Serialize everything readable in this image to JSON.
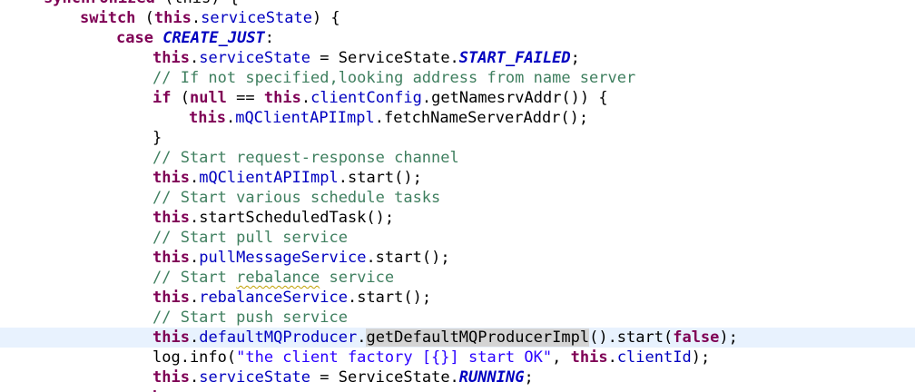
{
  "lines": [
    {
      "indent": 1,
      "tokens": [
        {
          "t": "kw",
          "v": "synchronized"
        },
        {
          "t": "p",
          "v": " (this) {"
        }
      ]
    },
    {
      "indent": 2,
      "tokens": [
        {
          "t": "kw",
          "v": "switch"
        },
        {
          "t": "p",
          "v": " ("
        },
        {
          "t": "kw",
          "v": "this"
        },
        {
          "t": "p",
          "v": "."
        },
        {
          "t": "fld",
          "v": "serviceState"
        },
        {
          "t": "p",
          "v": ") {"
        }
      ]
    },
    {
      "indent": 3,
      "tokens": [
        {
          "t": "kw",
          "v": "case"
        },
        {
          "t": "p",
          "v": " "
        },
        {
          "t": "const",
          "v": "CREATE_JUST"
        },
        {
          "t": "p",
          "v": ":"
        }
      ]
    },
    {
      "indent": 4,
      "tokens": [
        {
          "t": "kw",
          "v": "this"
        },
        {
          "t": "p",
          "v": "."
        },
        {
          "t": "fld",
          "v": "serviceState"
        },
        {
          "t": "p",
          "v": " = ServiceState."
        },
        {
          "t": "const",
          "v": "START_FAILED"
        },
        {
          "t": "p",
          "v": ";"
        }
      ]
    },
    {
      "indent": 4,
      "tokens": [
        {
          "t": "cmt",
          "v": "// If not specified,looking address from name server"
        }
      ]
    },
    {
      "indent": 4,
      "tokens": [
        {
          "t": "kw",
          "v": "if"
        },
        {
          "t": "p",
          "v": " ("
        },
        {
          "t": "kw",
          "v": "null"
        },
        {
          "t": "p",
          "v": " == "
        },
        {
          "t": "kw",
          "v": "this"
        },
        {
          "t": "p",
          "v": "."
        },
        {
          "t": "fld",
          "v": "clientConfig"
        },
        {
          "t": "p",
          "v": ".getNamesrvAddr()) {"
        }
      ]
    },
    {
      "indent": 5,
      "tokens": [
        {
          "t": "kw",
          "v": "this"
        },
        {
          "t": "p",
          "v": "."
        },
        {
          "t": "fld",
          "v": "mQClientAPIImpl"
        },
        {
          "t": "p",
          "v": ".fetchNameServerAddr();"
        }
      ]
    },
    {
      "indent": 4,
      "tokens": [
        {
          "t": "p",
          "v": "}"
        }
      ]
    },
    {
      "indent": 4,
      "tokens": [
        {
          "t": "cmt",
          "v": "// Start request-response channel"
        }
      ]
    },
    {
      "indent": 4,
      "tokens": [
        {
          "t": "kw",
          "v": "this"
        },
        {
          "t": "p",
          "v": "."
        },
        {
          "t": "fld",
          "v": "mQClientAPIImpl"
        },
        {
          "t": "p",
          "v": ".start();"
        }
      ]
    },
    {
      "indent": 4,
      "tokens": [
        {
          "t": "cmt",
          "v": "// Start various schedule tasks"
        }
      ]
    },
    {
      "indent": 4,
      "tokens": [
        {
          "t": "kw",
          "v": "this"
        },
        {
          "t": "p",
          "v": ".startScheduledTask();"
        }
      ]
    },
    {
      "indent": 4,
      "tokens": [
        {
          "t": "cmt",
          "v": "// Start pull service"
        }
      ]
    },
    {
      "indent": 4,
      "tokens": [
        {
          "t": "kw",
          "v": "this"
        },
        {
          "t": "p",
          "v": "."
        },
        {
          "t": "fld",
          "v": "pullMessageService"
        },
        {
          "t": "p",
          "v": ".start();"
        }
      ]
    },
    {
      "indent": 4,
      "tokens": [
        {
          "t": "cmt",
          "v": "// Start "
        },
        {
          "t": "cmtsq",
          "v": "rebalance"
        },
        {
          "t": "cmt",
          "v": " service"
        }
      ]
    },
    {
      "indent": 4,
      "tokens": [
        {
          "t": "kw",
          "v": "this"
        },
        {
          "t": "p",
          "v": "."
        },
        {
          "t": "fld",
          "v": "rebalanceService"
        },
        {
          "t": "p",
          "v": ".start();"
        }
      ]
    },
    {
      "indent": 4,
      "tokens": [
        {
          "t": "cmt",
          "v": "// Start push service"
        }
      ]
    },
    {
      "indent": 4,
      "current": true,
      "tokens": [
        {
          "t": "kw",
          "v": "this"
        },
        {
          "t": "p",
          "v": "."
        },
        {
          "t": "fld",
          "v": "defaultMQProducer"
        },
        {
          "t": "p",
          "v": "."
        },
        {
          "t": "sel",
          "v": "getDefaultMQProducerImpl"
        },
        {
          "t": "p",
          "v": "().start("
        },
        {
          "t": "kw",
          "v": "false"
        },
        {
          "t": "p",
          "v": ");"
        }
      ]
    },
    {
      "indent": 4,
      "tokens": [
        {
          "t": "p",
          "v": "log.info("
        },
        {
          "t": "str",
          "v": "\"the client factory [{}] start OK\""
        },
        {
          "t": "p",
          "v": ", "
        },
        {
          "t": "kw",
          "v": "this"
        },
        {
          "t": "p",
          "v": "."
        },
        {
          "t": "fld",
          "v": "clientId"
        },
        {
          "t": "p",
          "v": ");"
        }
      ]
    },
    {
      "indent": 4,
      "tokens": [
        {
          "t": "kw",
          "v": "this"
        },
        {
          "t": "p",
          "v": "."
        },
        {
          "t": "fld",
          "v": "serviceState"
        },
        {
          "t": "p",
          "v": " = ServiceState."
        },
        {
          "t": "const",
          "v": "RUNNING"
        },
        {
          "t": "p",
          "v": ";"
        }
      ]
    },
    {
      "indent": 4,
      "tokens": [
        {
          "t": "kw",
          "v": "br"
        }
      ]
    }
  ],
  "colors": {
    "keyword": "#7f0055",
    "field": "#0000c0",
    "comment": "#3f7f5f",
    "string": "#2a00ff",
    "current_line": "#e8f2fe",
    "selection": "#d4d4d4"
  }
}
